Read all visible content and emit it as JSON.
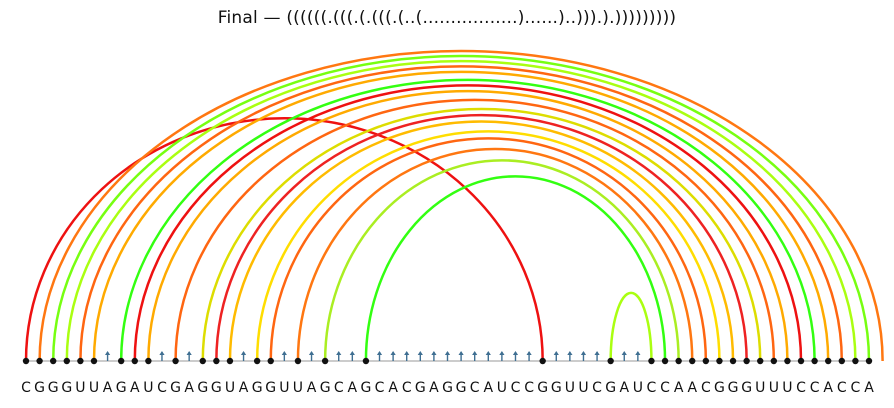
{
  "title": "Final — ((((((.(((.(.(((.(..(.................)......)..))).).)))))))))",
  "sequence": "CGGGUUAGAUCGAGGUAGGUUAGCAGCACGAGGCAUCCGGUUCGAUCCAACGGGUUUCCACCA",
  "pairs": [
    {
      "i": 0,
      "j": 38,
      "color": "#ee1111"
    },
    {
      "i": 1,
      "j": 63,
      "color": "#ff7711"
    },
    {
      "i": 2,
      "j": 62,
      "color": "#77ff11"
    },
    {
      "i": 3,
      "j": 61,
      "color": "#aaff11"
    },
    {
      "i": 4,
      "j": 60,
      "color": "#ff6611"
    },
    {
      "i": 5,
      "j": 59,
      "color": "#ffaa00"
    },
    {
      "i": 7,
      "j": 58,
      "color": "#33ff11"
    },
    {
      "i": 8,
      "j": 57,
      "color": "#ee1111"
    },
    {
      "i": 9,
      "j": 56,
      "color": "#ffaa00"
    },
    {
      "i": 11,
      "j": 55,
      "color": "#ff6611"
    },
    {
      "i": 13,
      "j": 54,
      "color": "#dddd00"
    },
    {
      "i": 14,
      "j": 53,
      "color": "#ee2222"
    },
    {
      "i": 15,
      "j": 52,
      "color": "#ffbb00"
    },
    {
      "i": 17,
      "j": 51,
      "color": "#ffdd00"
    },
    {
      "i": 18,
      "j": 50,
      "color": "#ff6611"
    },
    {
      "i": 20,
      "j": 49,
      "color": "#ff7711"
    },
    {
      "i": 22,
      "j": 48,
      "color": "#aaee22"
    },
    {
      "i": 25,
      "j": 47,
      "color": "#33ff11"
    },
    {
      "i": 43,
      "j": 46,
      "color": "#aaff11"
    }
  ]
}
